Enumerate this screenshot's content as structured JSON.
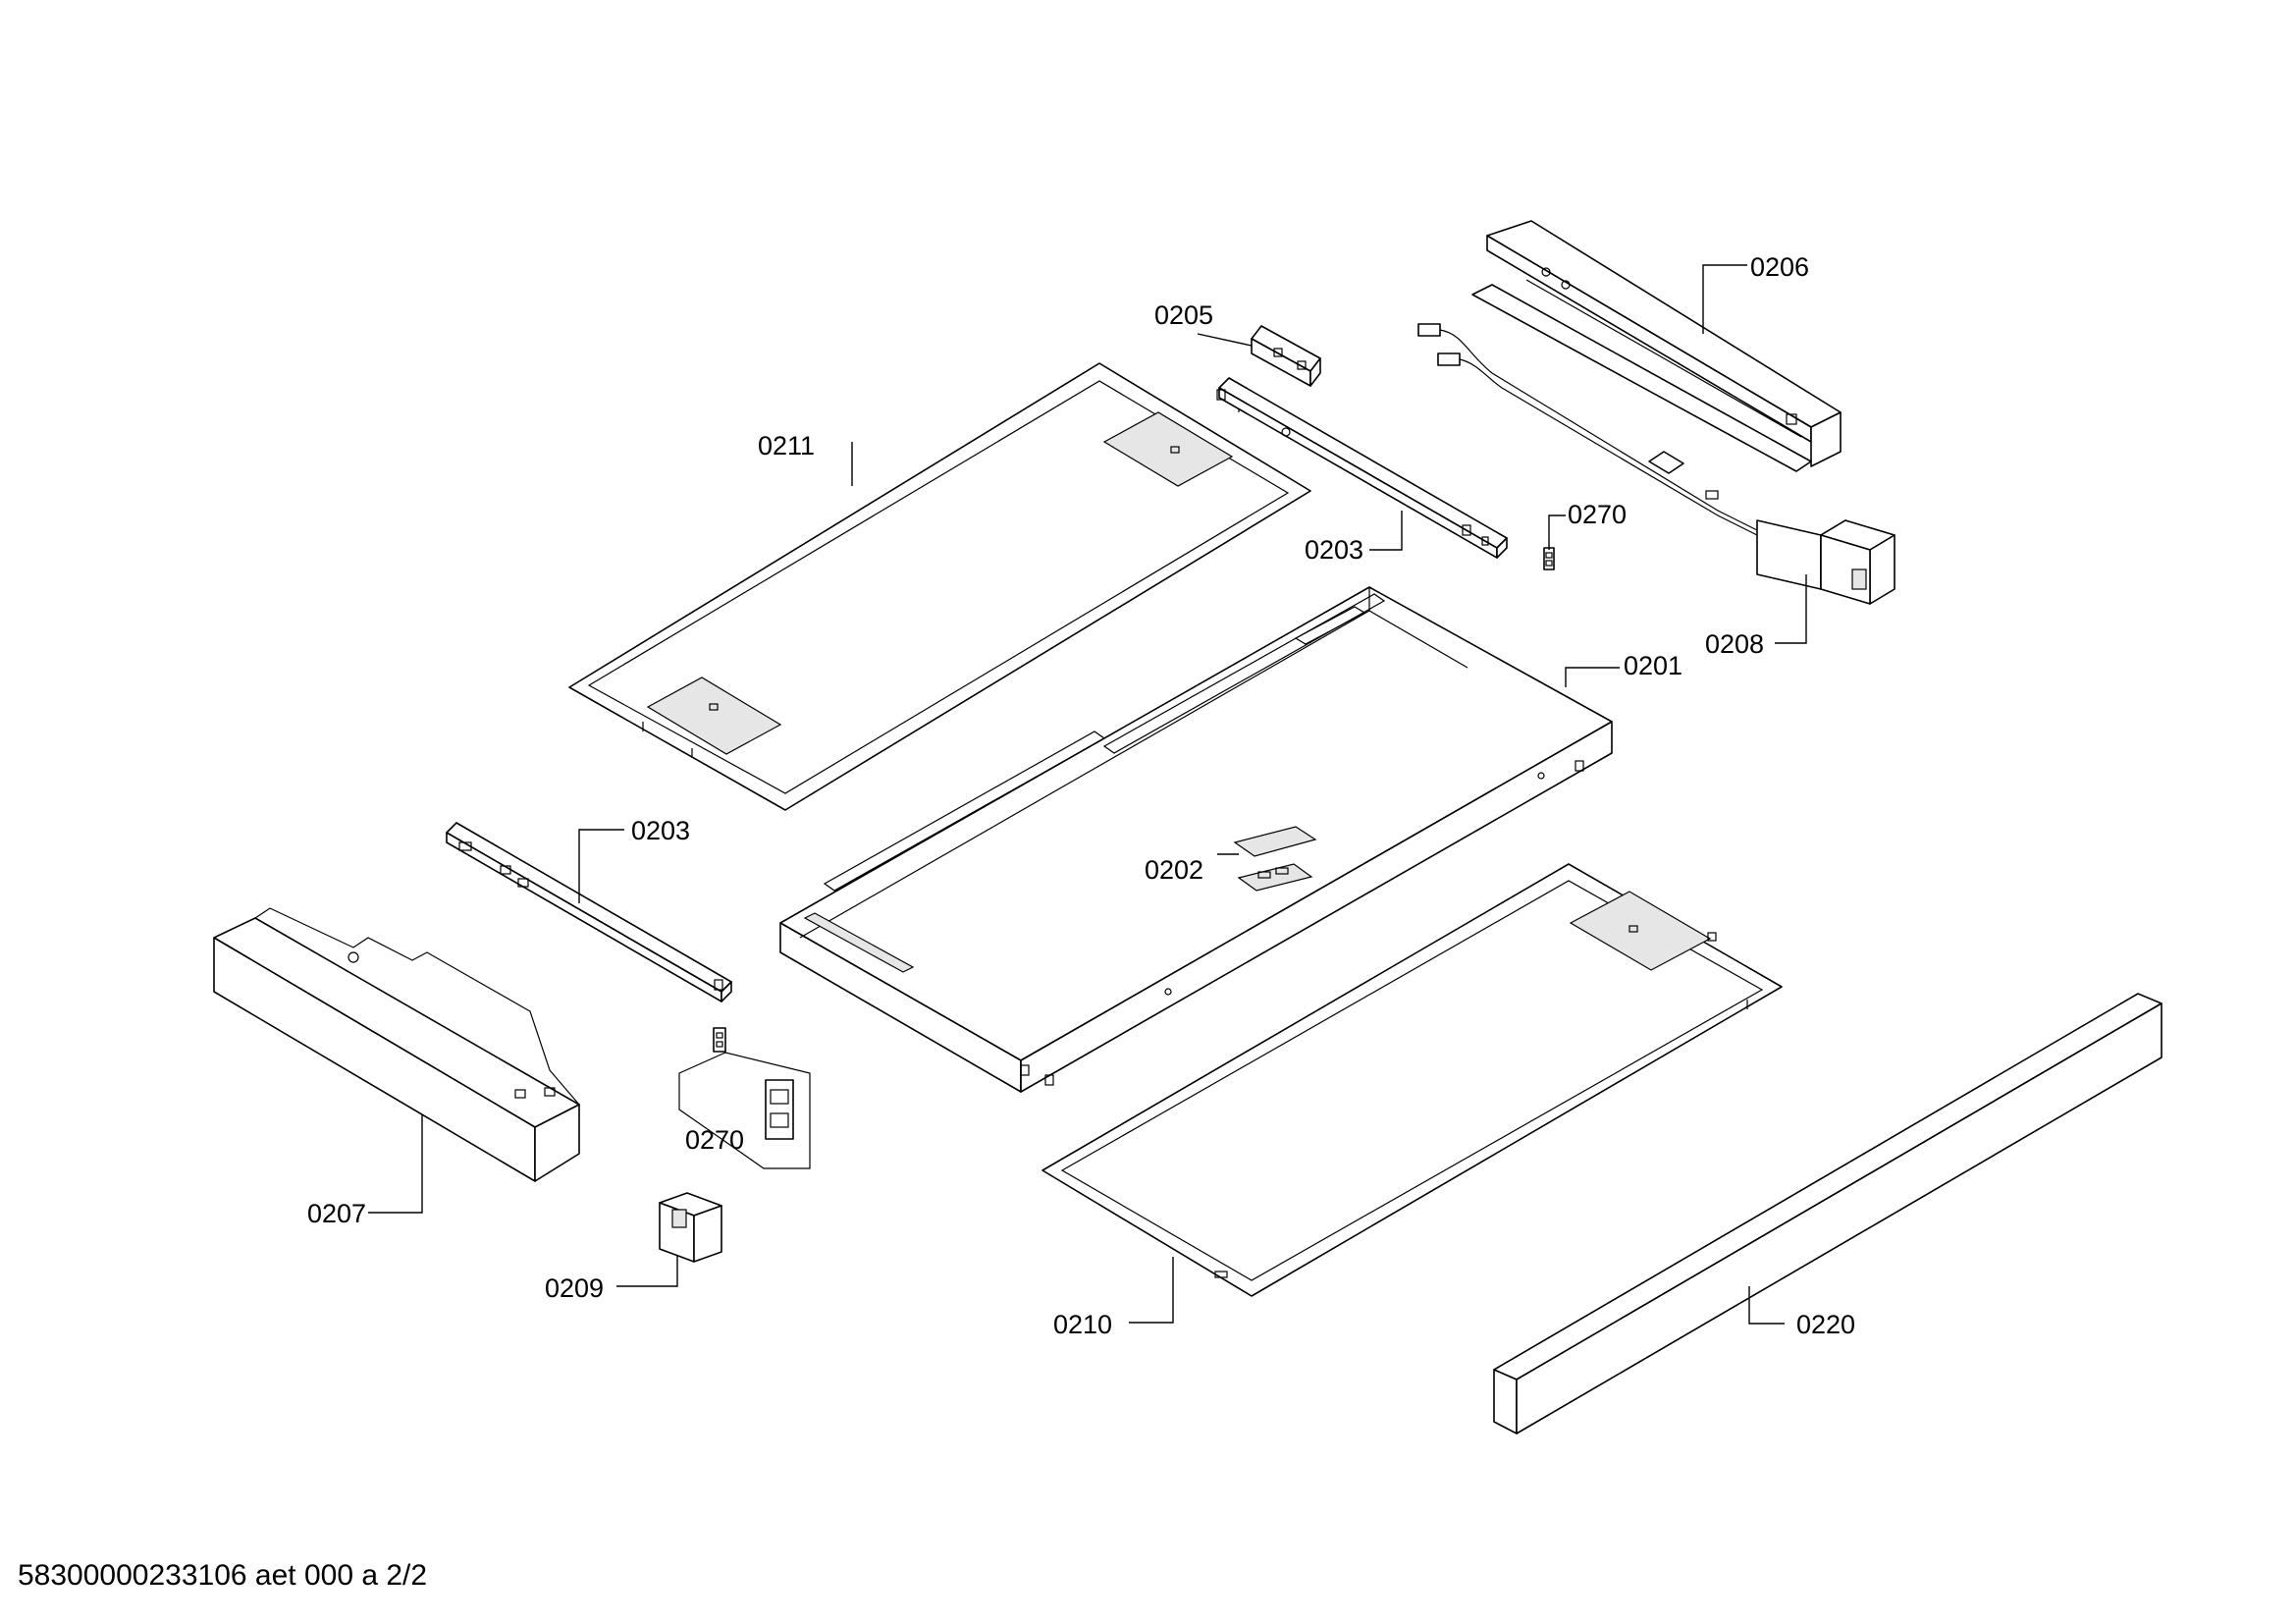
{
  "footer": {
    "document_code": "58300000233106 aet 000 a 2/2"
  },
  "labels": {
    "l0201": "0201",
    "l0202": "0202",
    "l0203_top": "0203",
    "l0203_left": "0203",
    "l0205": "0205",
    "l0206": "0206",
    "l0207": "0207",
    "l0208": "0208",
    "l0209": "0209",
    "l0210": "0210",
    "l0211": "0211",
    "l0220": "0220",
    "l0270_top": "0270",
    "l0270_bottom": "0270"
  }
}
